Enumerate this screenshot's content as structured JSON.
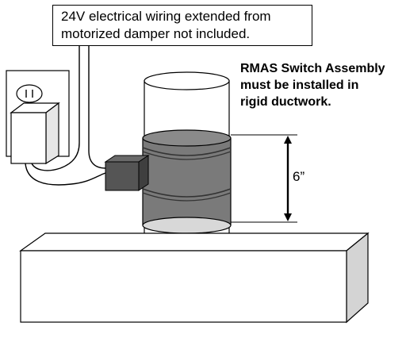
{
  "callout": {
    "line1": "24V electrical wiring extended from",
    "line2": "motorized damper not included."
  },
  "note": {
    "line1": "RMAS Switch Assembly",
    "line2": "must be installed in",
    "line3": "rigid ductwork."
  },
  "dimension": {
    "label": "6”"
  },
  "colors": {
    "duct_fill": "#ffffff",
    "damper_fill": "#7a7a7a",
    "damper_dark": "#4e4e4e",
    "outline": "#000000",
    "box_side": "#d4d4d4"
  }
}
